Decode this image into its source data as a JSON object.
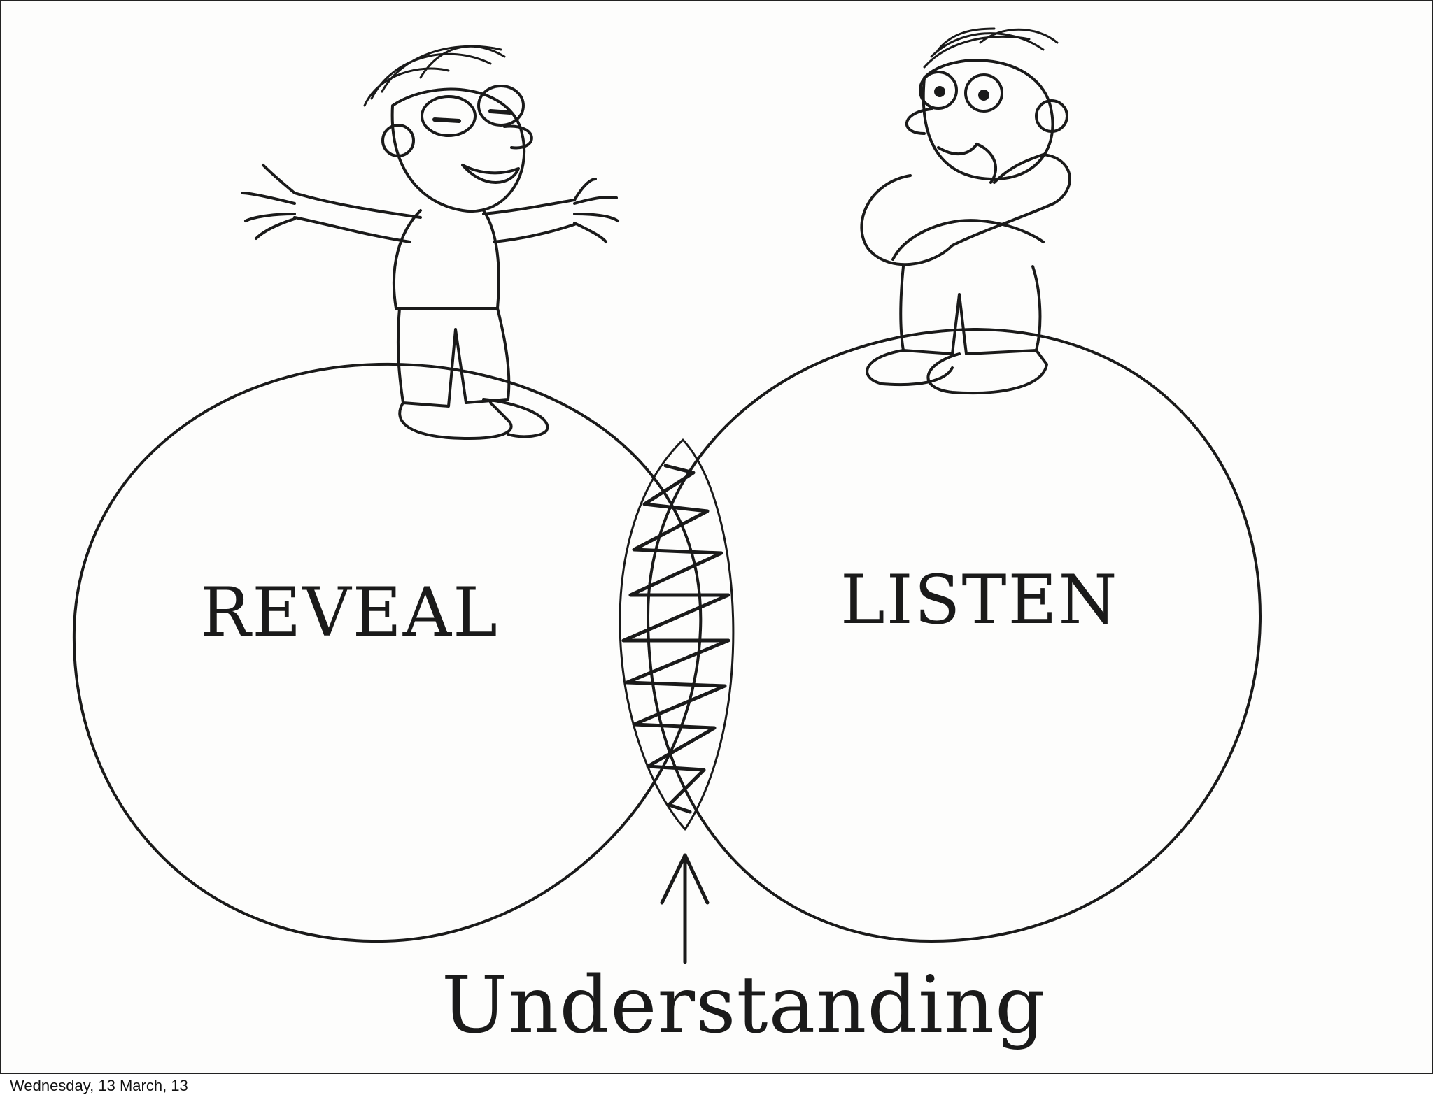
{
  "diagram": {
    "left_circle_label": "REVEAL",
    "right_circle_label": "LISTEN",
    "intersection_label": "Understanding"
  },
  "footer": {
    "date_text": "Wednesday, 13 March, 13"
  },
  "colors": {
    "ink": "#1a1a1a",
    "paper": "#fdfdfc"
  }
}
